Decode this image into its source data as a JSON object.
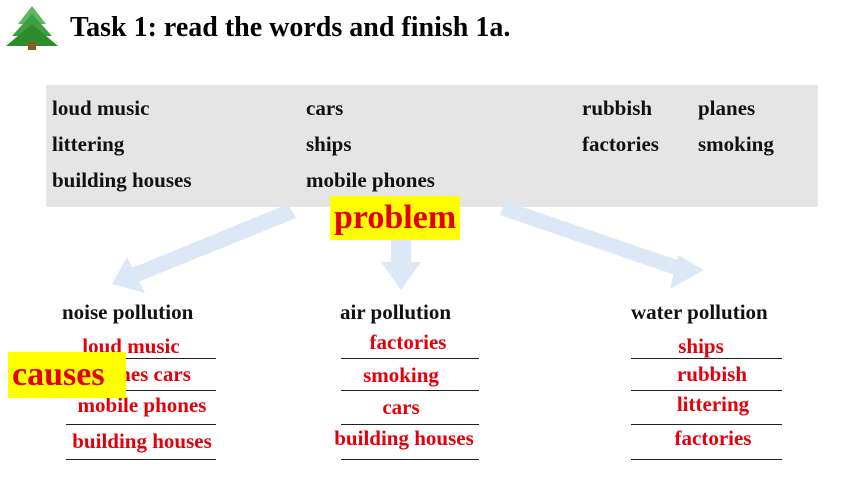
{
  "header": {
    "title": "Task 1: read the words and finish 1a.",
    "icon": "tree-icon"
  },
  "word_bank": {
    "col1": [
      "loud music",
      "littering",
      "building houses"
    ],
    "col2": [
      "cars",
      "ships",
      "mobile phones"
    ],
    "col3": [
      "rubbish",
      "factories"
    ],
    "col4": [
      "planes",
      "smoking"
    ]
  },
  "labels": {
    "problem": "problem",
    "causes": "causes"
  },
  "columns": [
    {
      "heading": "noise pollution",
      "answers": [
        "loud music",
        "planes cars",
        "mobile phones",
        "building houses"
      ]
    },
    {
      "heading": "air pollution",
      "answers": [
        "factories",
        "smoking",
        "cars",
        "building houses"
      ]
    },
    {
      "heading": "water pollution",
      "answers": [
        "ships",
        "rubbish",
        "littering",
        "factories"
      ]
    }
  ],
  "colors": {
    "answer_red": "#e3000b",
    "highlight_yellow": "#ffff00",
    "box_gray": "#e5e5e5",
    "arrow_blue": "#dce8f5"
  }
}
